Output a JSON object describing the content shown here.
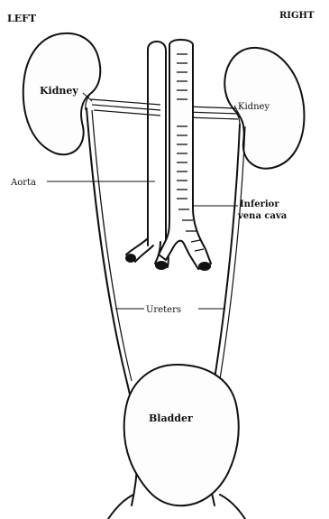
{
  "orientation": {
    "left": "LEFT",
    "right": "RIGHT"
  },
  "labels": {
    "kidney_left": "Kidney",
    "kidney_right": "Kidney",
    "aorta": "Aorta",
    "ivc_line1": "Inferior",
    "ivc_line2": "vena cava",
    "ureters": "Ureters",
    "bladder": "Bladder"
  }
}
